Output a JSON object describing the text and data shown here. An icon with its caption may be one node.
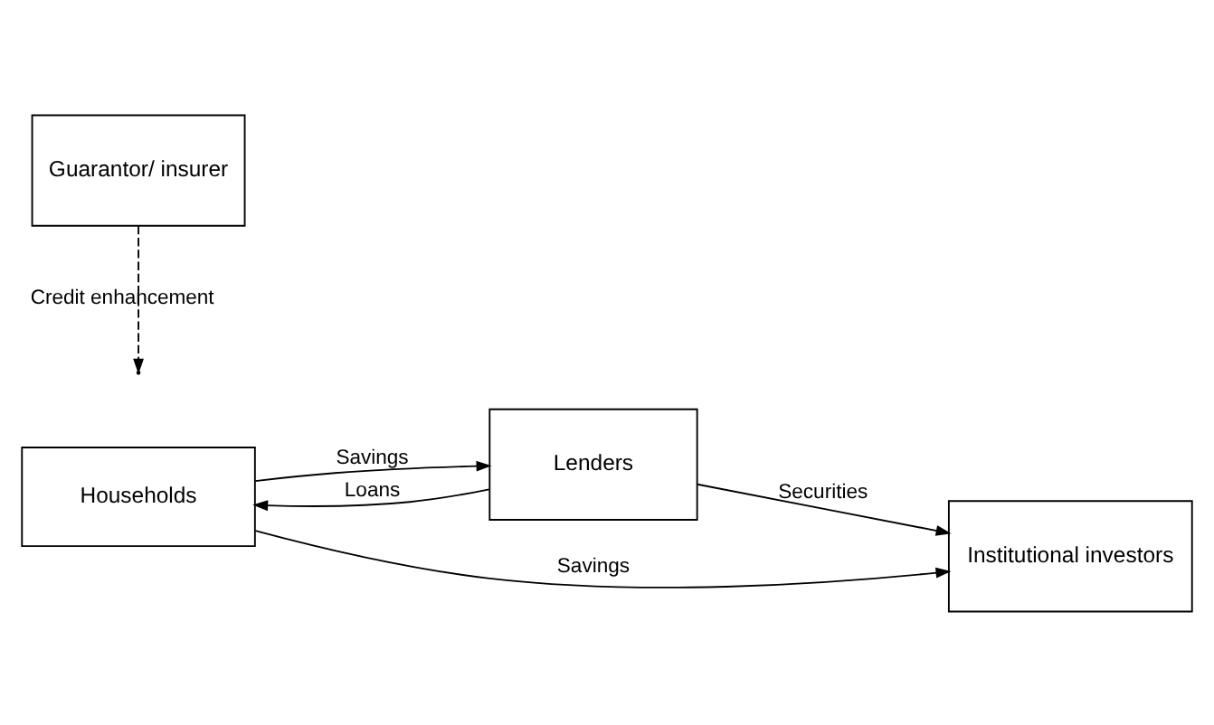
{
  "diagram": {
    "nodes": [
      {
        "text": [
          "Households"
        ]
      },
      {
        "text": [
          "Lenders"
        ]
      },
      {
        "text": [
          "Institutional investors"
        ]
      },
      {
        "text": [
          "Guarantor/ insurer"
        ]
      }
    ],
    "edges": [
      {
        "from": 0,
        "to": 1,
        "arrow": "to",
        "label": "Savings"
      },
      {
        "from": 1,
        "to": 0,
        "arrow": "to",
        "label": "Loans"
      },
      {
        "from": 0,
        "to": 2,
        "arrow": "to",
        "label": "Savings"
      },
      {
        "from": 1,
        "to": 2,
        "arrow": "to",
        "label": "Securities"
      },
      {
        "from": 3,
        "to": null,
        "arrow": "to",
        "label": "Credit enhancement",
        "style": "dashed"
      }
    ]
  }
}
